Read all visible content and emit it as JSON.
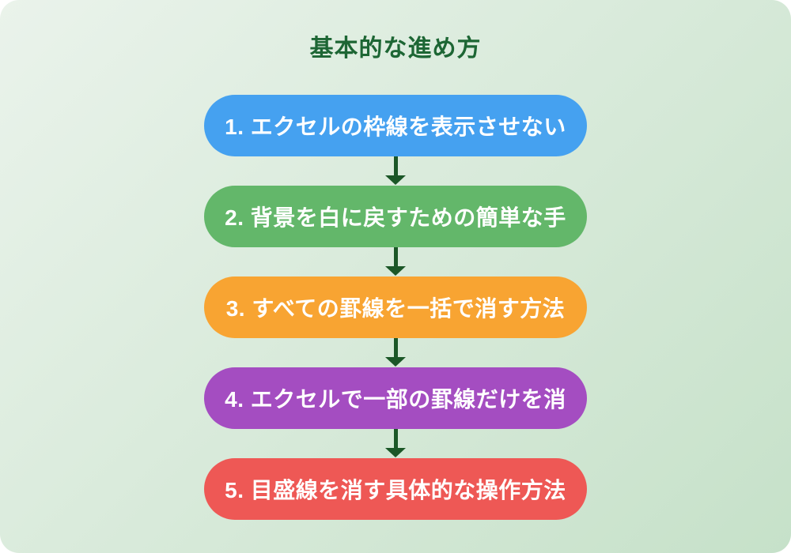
{
  "page": {
    "title": "基本的な進め方",
    "title_color": "#1d6634",
    "background_from": "#eaf3eb",
    "background_to": "#c6e1c9"
  },
  "flow": {
    "arrow_color": "#1b5727",
    "steps": [
      {
        "label": "1. エクセルの枠線を表示させない",
        "color": "#45a1f0"
      },
      {
        "label": "2. 背景を白に戻すための簡単な手",
        "color": "#63b76a"
      },
      {
        "label": "3. すべての罫線を一括で消す方法",
        "color": "#f8a432"
      },
      {
        "label": "4. エクセルで一部の罫線だけを消",
        "color": "#a44dc1"
      },
      {
        "label": "5. 目盛線を消す具体的な操作方法",
        "color": "#ee5855"
      }
    ]
  }
}
